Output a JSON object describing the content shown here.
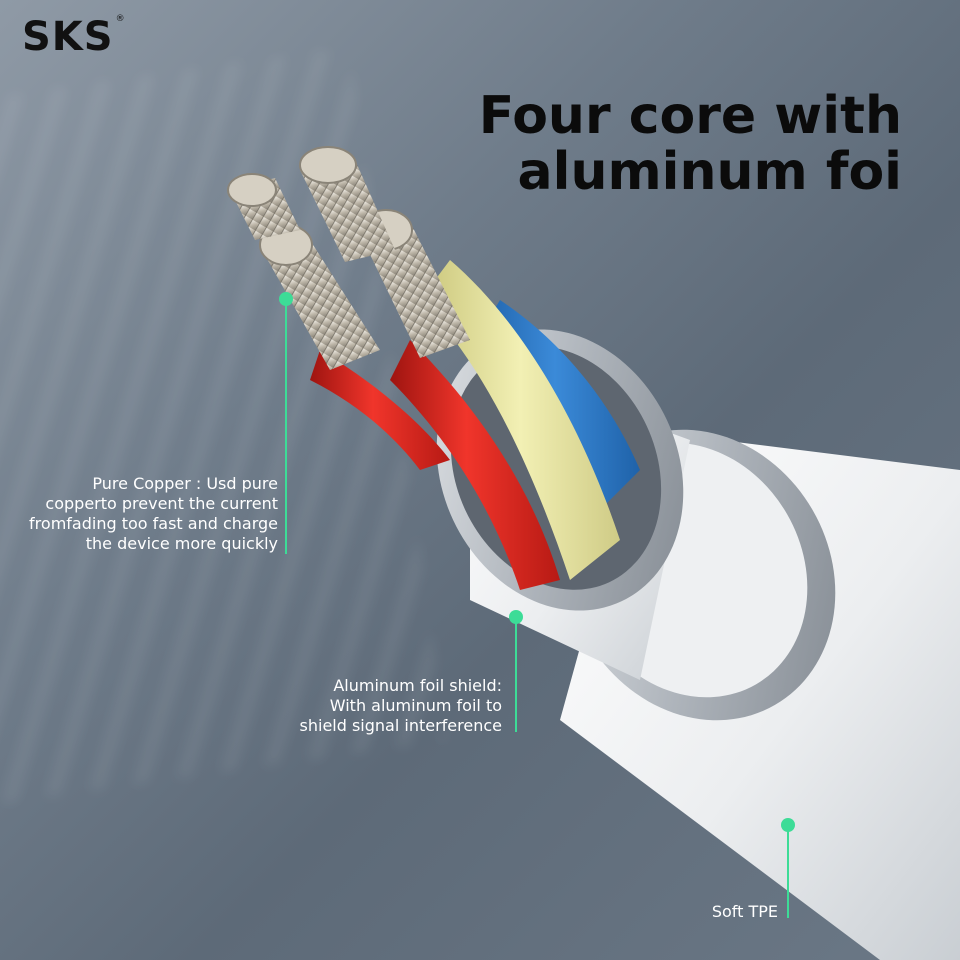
{
  "brand": {
    "name": "SKS",
    "mark": "®"
  },
  "headline": {
    "line1": "Four core with",
    "line2": "aluminum foi"
  },
  "callouts": {
    "copper": {
      "lines": [
        "Pure Copper : Usd pure",
        "copperto prevent the current",
        "fromfading too fast and charge",
        "the device more quickly"
      ]
    },
    "foil": {
      "lines": [
        "Aluminum foil shield:",
        "With aluminum foil to",
        "shield signal interference"
      ]
    },
    "tpe": {
      "lines": [
        "Soft TPE"
      ]
    }
  },
  "colors": {
    "accent": "#3ddc97",
    "wire_red": "#e0261f",
    "wire_yellow": "#e9e7a0",
    "wire_blue": "#2e79c9",
    "jacket": "#f1f2f3",
    "foil": "#b9bfc6",
    "copper_strand": "#d9d4c8"
  }
}
